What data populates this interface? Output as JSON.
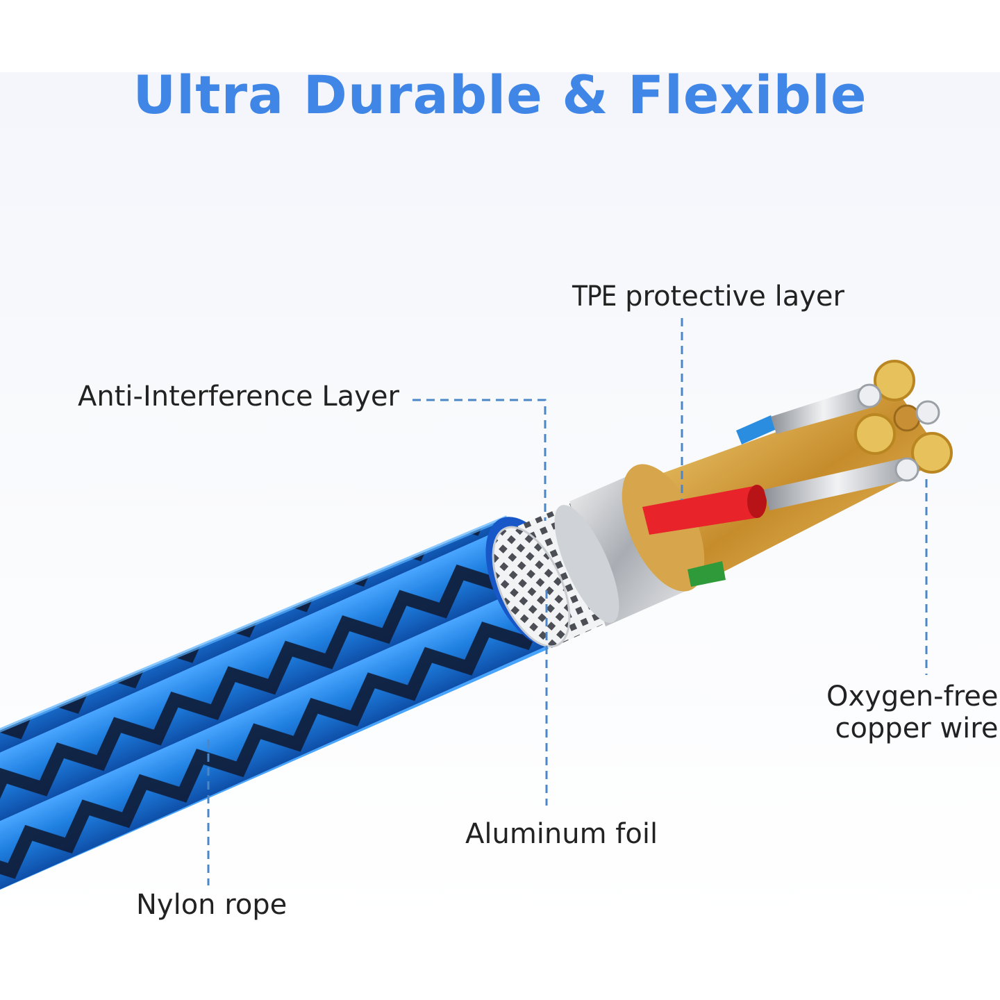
{
  "title": "Ultra Durable & Flexible",
  "labels": {
    "tpe_prefix": "TPE",
    "tpe_rest": " protective layer",
    "anti_interference": "Anti-Interference Layer",
    "oxygen_free_line1": "Oxygen-free",
    "oxygen_free_line2": "copper wire",
    "aluminum_foil": "Aluminum foil",
    "nylon_rope": "Nylon rope"
  },
  "colors": {
    "title": "#3f86e6",
    "leader_line": "#4a86c8",
    "braid_blue": "#1f7fe0",
    "braid_dark": "#0f1d3a",
    "copper": "#d9a74a",
    "tpe_red": "#e8232a",
    "tpe_green": "#2e9a3a"
  },
  "icons": [
    "braided-cable-icon",
    "aluminum-shield-icon",
    "copper-strand-icon"
  ]
}
